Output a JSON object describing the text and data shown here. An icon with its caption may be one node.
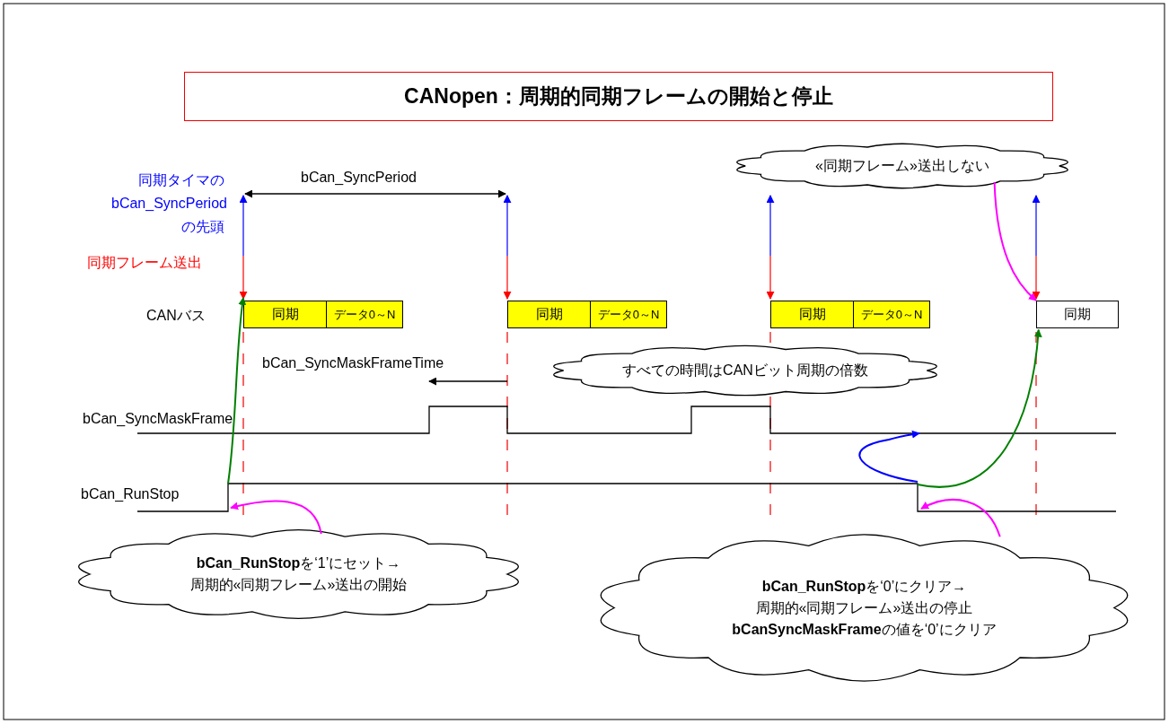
{
  "diagram": {
    "title": "CANopen：周期的同期フレームの開始と停止",
    "nodes": [
      {
        "text": [
          "«同期フレーム»送出しない"
        ]
      },
      {
        "text": [
          "同期"
        ]
      },
      {
        "text": [
          "データ0～N"
        ]
      },
      {
        "text": [
          "同期"
        ]
      },
      {
        "text": [
          "データ0～N"
        ]
      },
      {
        "text": [
          "同期"
        ]
      },
      {
        "text": [
          "データ0～N"
        ]
      },
      {
        "text": [
          "同期"
        ]
      },
      {
        "text": [
          "すべての時間はCANビット周期の倍数"
        ]
      },
      {
        "text": [
          "**bCan_RunStop**を‘1’にセット→",
          "周期的«同期フレーム»送出の開始"
        ]
      },
      {
        "text": [
          "**bCan_RunStop**を‘0’にクリア→",
          "周期的«同期フレーム»送出の停止",
          "**bCanSyncMaskFrame**の値を‘0’にクリア"
        ]
      }
    ],
    "edges": [
      {
        "from": 0,
        "to": 7,
        "arrow": "to"
      },
      {
        "from": 9,
        "to": null,
        "arrow": "to"
      },
      {
        "from": 10,
        "to": null,
        "arrow": "to"
      },
      {
        "from": null,
        "to": 7,
        "arrow": "to",
        "color": "#008000"
      },
      {
        "from": null,
        "to": 1,
        "arrow": "to",
        "color": "#008000"
      }
    ],
    "labels": [
      "同期タイマのbCan_SyncPeriodの先頭",
      "bCan_SyncPeriod",
      "同期フレーム送出",
      "CANバス",
      "bCan_SyncMaskFrameTime",
      "bCan_SyncMaskFrame",
      "bCan_RunStop"
    ]
  }
}
